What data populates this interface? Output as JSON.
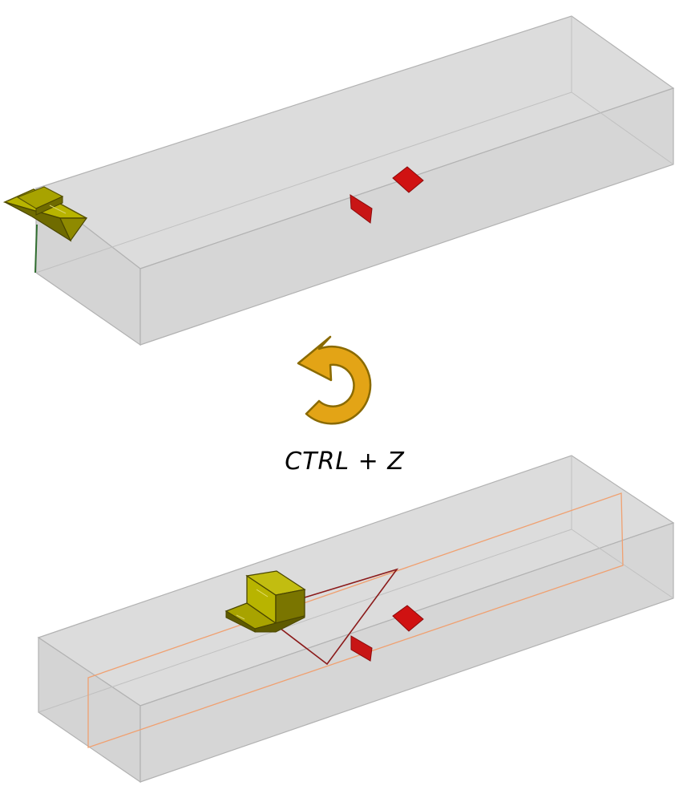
{
  "shortcut": {
    "label": "CTRL + Z"
  },
  "icons": {
    "undo": "undo-arrow-icon"
  },
  "colors": {
    "box_fill": "#d9d9d9",
    "box_edge": "#a9a9a9",
    "vehicle": "#8f8a00",
    "target": "#cc1010",
    "trajectory": "#8b1a1a",
    "highlight": "#f0a070",
    "undo_arrow": "#e3a416"
  },
  "scenes": [
    {
      "name": "before-undo"
    },
    {
      "name": "after-undo"
    }
  ]
}
